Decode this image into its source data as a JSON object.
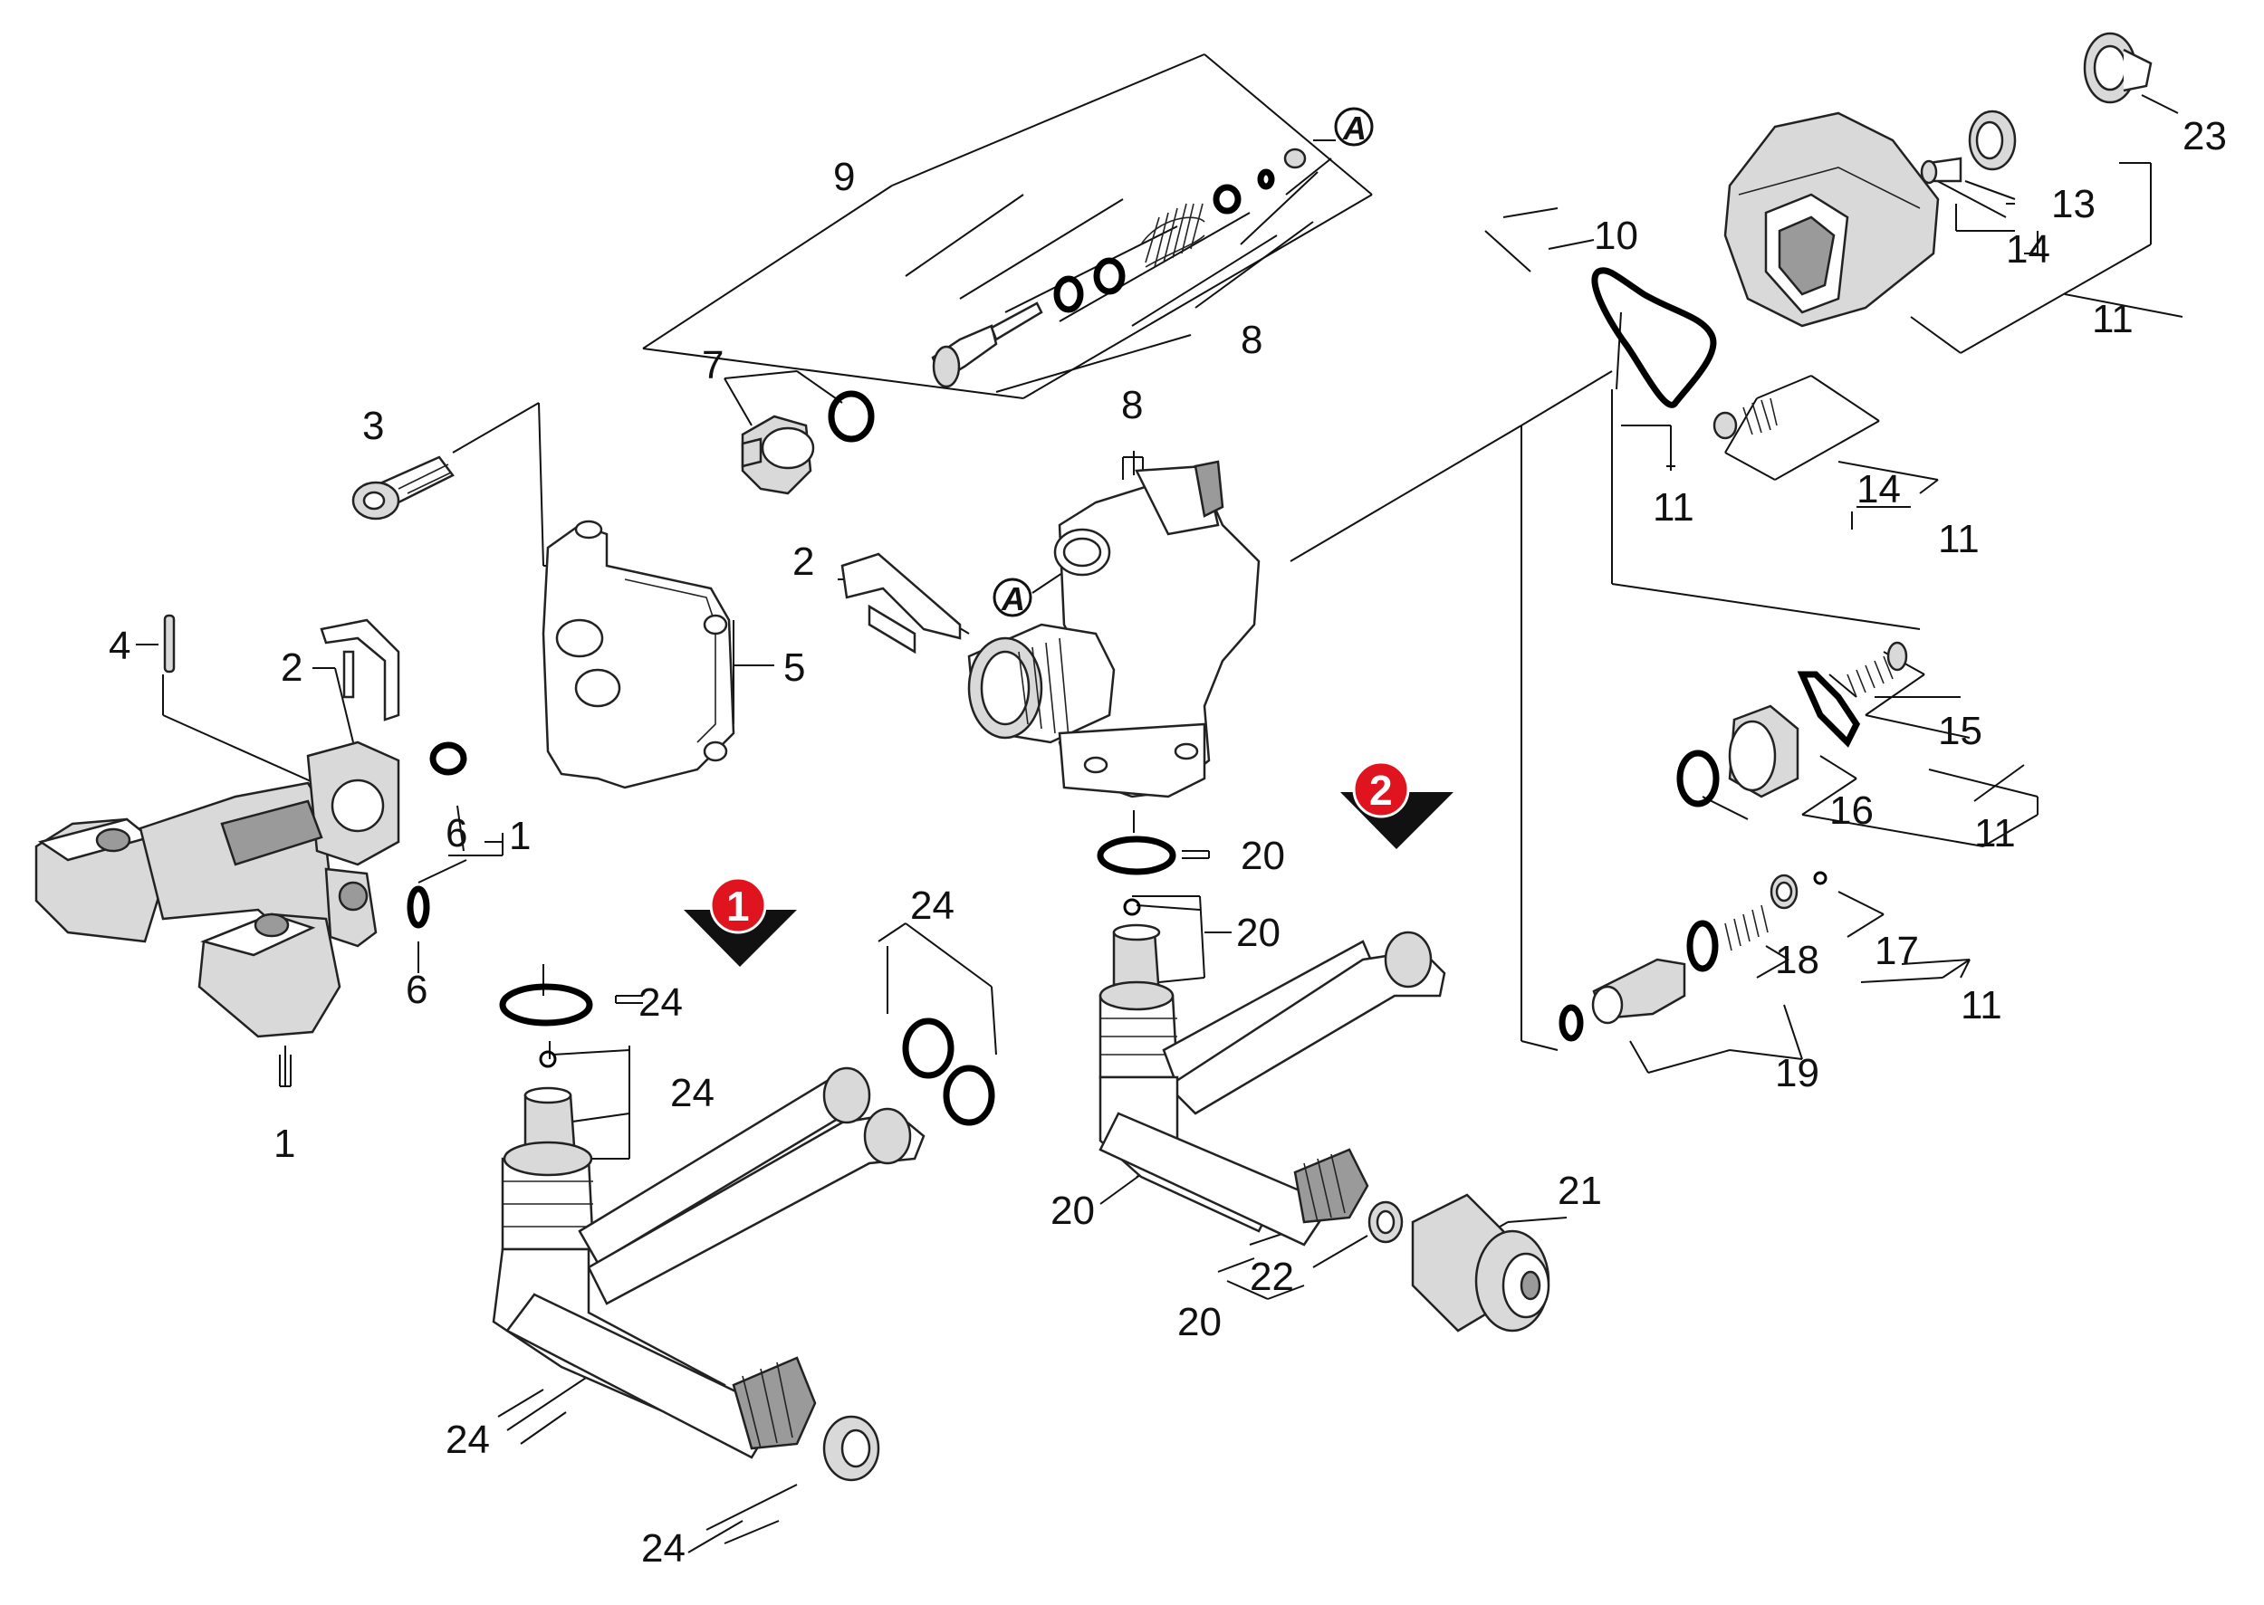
{
  "labels": {
    "l1": "1",
    "l2": "2",
    "l3": "3",
    "l4": "4",
    "l5": "5",
    "l6": "6",
    "l7": "7",
    "l8": "8",
    "l9": "9",
    "l10": "10",
    "l11": "11",
    "l13": "13",
    "l14": "14",
    "l15": "15",
    "l16": "16",
    "l17": "17",
    "l18": "18",
    "l19": "19",
    "l20": "20",
    "l21": "21",
    "l22": "22",
    "l23": "23",
    "l24": "24"
  },
  "markers": {
    "m1": "1",
    "m2": "2",
    "refA": "A"
  },
  "colors": {
    "marker": "#e0141e",
    "arrow": "#111111"
  }
}
